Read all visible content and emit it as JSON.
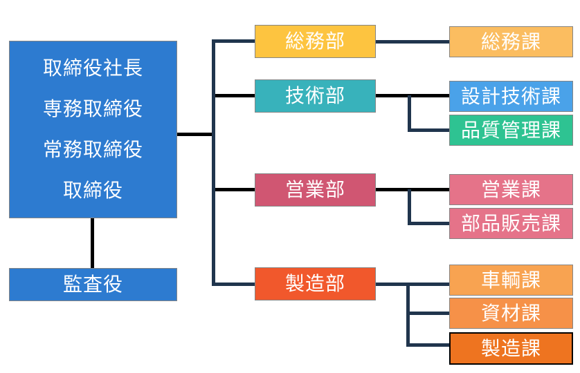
{
  "org": {
    "executives": {
      "roles": [
        "取締役社長",
        "専務取締役",
        "常務取締役",
        "取締役"
      ]
    },
    "auditor": {
      "label": "監査役"
    },
    "departments": [
      {
        "name": "総務部",
        "color": "#FDC440",
        "sections": [
          {
            "name": "総務課",
            "color": "#FBBD60"
          }
        ]
      },
      {
        "name": "技術部",
        "color": "#38B2BB",
        "sections": [
          {
            "name": "設計技術課",
            "color": "#4AA2E9"
          },
          {
            "name": "品質管理課",
            "color": "#2EC392"
          }
        ]
      },
      {
        "name": "営業部",
        "color": "#D05672",
        "sections": [
          {
            "name": "営業課",
            "color": "#E57389"
          },
          {
            "name": "部品販売課",
            "color": "#E57389"
          }
        ]
      },
      {
        "name": "製造部",
        "color": "#F1582C",
        "sections": [
          {
            "name": "車輌課",
            "color": "#F8A351"
          },
          {
            "name": "資材課",
            "color": "#F69148"
          },
          {
            "name": "製造課",
            "color": "#EE7420"
          }
        ]
      }
    ],
    "colors": {
      "executive_box": "#2D7BD0",
      "connector_black": "#000000",
      "connector_navy": "#20354D",
      "box_border": "#848484"
    }
  }
}
